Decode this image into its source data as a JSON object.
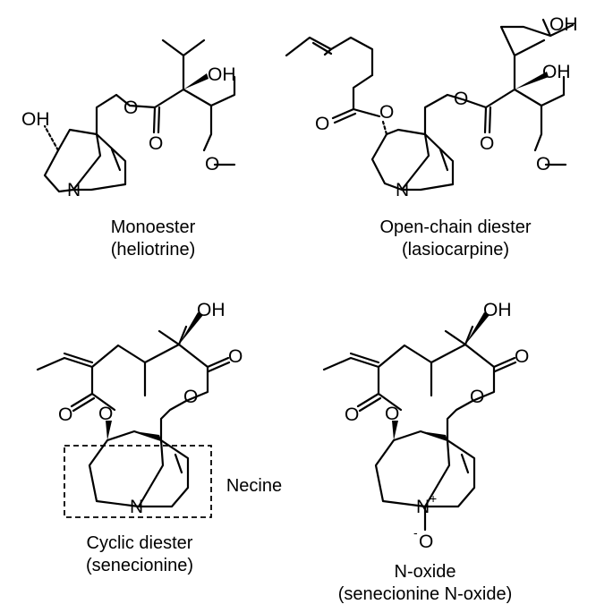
{
  "structures": [
    {
      "name": "Monoester",
      "alias": "(heliotrine)"
    },
    {
      "name": "Open-chain diester",
      "alias": "(lasiocarpine)"
    },
    {
      "name": "Cyclic diester",
      "alias": "(senecionine)"
    },
    {
      "name": "N-oxide",
      "alias": "(senecionine N-oxide)"
    }
  ],
  "necine_label": "Necine",
  "atoms": {
    "oh": "OH",
    "o": "O",
    "n": "N",
    "plus": "+",
    "minus": "-"
  }
}
